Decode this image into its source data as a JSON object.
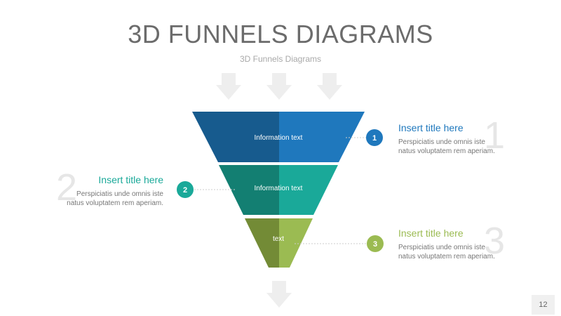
{
  "title": "3D FUNNELS DIAGRAMS",
  "subtitle": "3D Funnels Diagrams",
  "colors": {
    "tier1_dark": "#175b8e",
    "tier1_light": "#1f78bd",
    "tier2_dark": "#137f72",
    "tier2_light": "#1aa999",
    "tier3_dark": "#738b36",
    "tier3_light": "#9bbb52",
    "arrow": "#eeeeee",
    "bignum": "#e6e6e6"
  },
  "funnel": {
    "tiers": [
      {
        "label": "Information text"
      },
      {
        "label": "Information text"
      },
      {
        "label": "text"
      }
    ]
  },
  "callouts": [
    {
      "badge": "1",
      "title": "Insert title here",
      "desc_line1": "Perspiciatis unde omnis iste",
      "desc_line2": "natus voluptatem rem aperiam.",
      "big_number": "1",
      "color": "#1f78bd"
    },
    {
      "badge": "2",
      "title": "Insert title here",
      "desc_line1": "Perspiciatis unde omnis iste",
      "desc_line2": "natus voluptatem rem aperiam.",
      "big_number": "2",
      "color": "#1aa999"
    },
    {
      "badge": "3",
      "title": "Insert title here",
      "desc_line1": "Perspiciatis unde omnis iste",
      "desc_line2": "natus voluptatem rem aperiam.",
      "big_number": "3",
      "color": "#9bbb52"
    }
  ],
  "page_number": "12"
}
